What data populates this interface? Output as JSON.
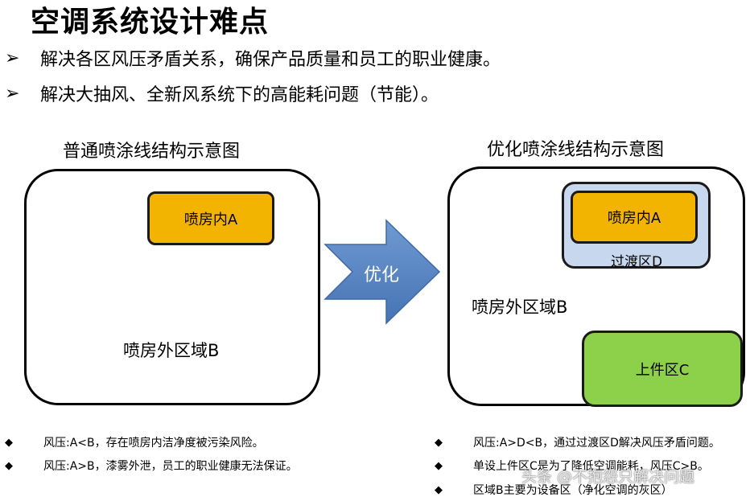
{
  "title": "空调系统设计难点",
  "bullets": [
    {
      "marker": "➢",
      "text": "解决各区风压矛盾关系，确保产品质量和员工的职业健康。"
    },
    {
      "marker": "➢",
      "text": "解决大抽风、全新风系统下的高能耗问题（节能）。"
    }
  ],
  "left_diagram": {
    "title": "普通喷涂线结构示意图",
    "booth_label": "喷房内A",
    "outer_label": "喷房外区域B"
  },
  "arrow_label": "优化",
  "right_diagram": {
    "title": "优化喷涂线结构示意图",
    "booth_label": "喷房内A",
    "transition_label": "过渡区D",
    "outer_label": "喷房外区域B",
    "loading_label": "上件区C"
  },
  "notes_left": [
    {
      "marker": "◆",
      "text": "风压:A<B，存在喷房内洁净度被污染风险。"
    },
    {
      "marker": "◆",
      "text": "风压:A>B，漆雾外泄，员工的职业健康无法保证。"
    }
  ],
  "notes_right": [
    {
      "marker": "◆",
      "text": "风压:A>D<B，通过过渡区D解决风压矛盾问题。"
    },
    {
      "marker": "◆",
      "text": "单设上件区C是为了降低空调能耗，风压C>B。"
    },
    {
      "marker": "◆",
      "text": "区域B主要为设备区（净化空调的灰区）"
    }
  ],
  "watermark": "头条 @不抱怨只解决问题",
  "colors": {
    "booth": "#f2b400",
    "transition": "#c7d7ee",
    "loading": "#8dd14b",
    "arrow": "#4f7fbd"
  }
}
